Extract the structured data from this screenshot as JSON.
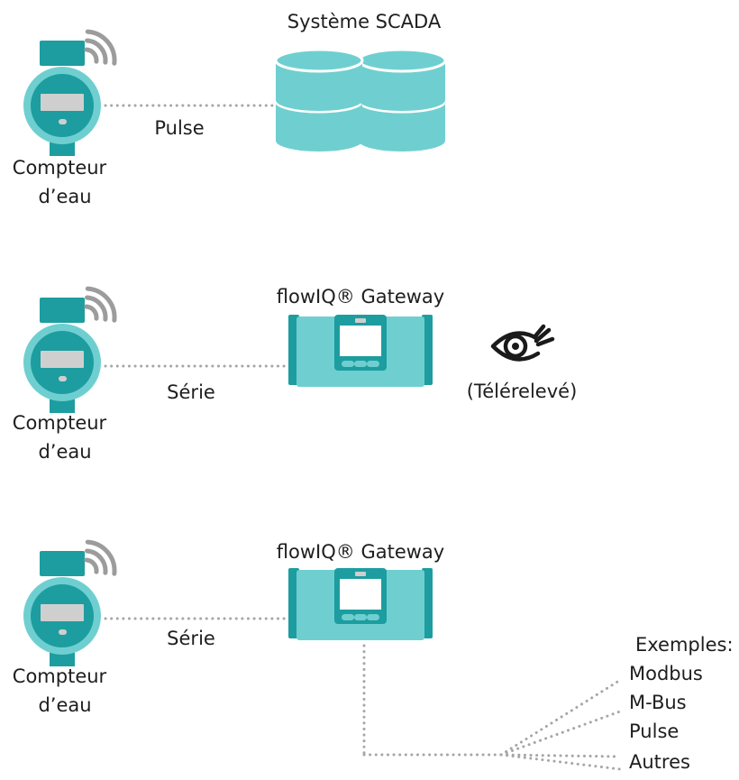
{
  "colors": {
    "teal": "#6fcfd0",
    "teal_dark": "#1d9d9f",
    "screen_bg": "#ffffff",
    "display": "#cfcfcf",
    "dots": "#a6a6a6",
    "text": "#1e1e1e"
  },
  "icons": [
    "water-meter-icon",
    "wireless-signal-icon",
    "database-icon",
    "gateway-device-icon",
    "eye-icon"
  ],
  "row1": {
    "meter_label_1": "Compteur",
    "meter_label_2": "d’eau",
    "link_label": "Pulse",
    "target_label": "Système SCADA"
  },
  "row2": {
    "meter_label_1": "Compteur",
    "meter_label_2": "d’eau",
    "link_label": "Série",
    "gateway_label": "flowIQ® Gateway",
    "remote_label": "(Télérelevé)"
  },
  "row3": {
    "meter_label_1": "Compteur",
    "meter_label_2": "d’eau",
    "link_label": "Série",
    "gateway_label": "flowIQ® Gateway",
    "examples_title": "Exemples:",
    "examples": [
      "Modbus",
      "M-Bus",
      "Pulse",
      "Autres"
    ]
  }
}
